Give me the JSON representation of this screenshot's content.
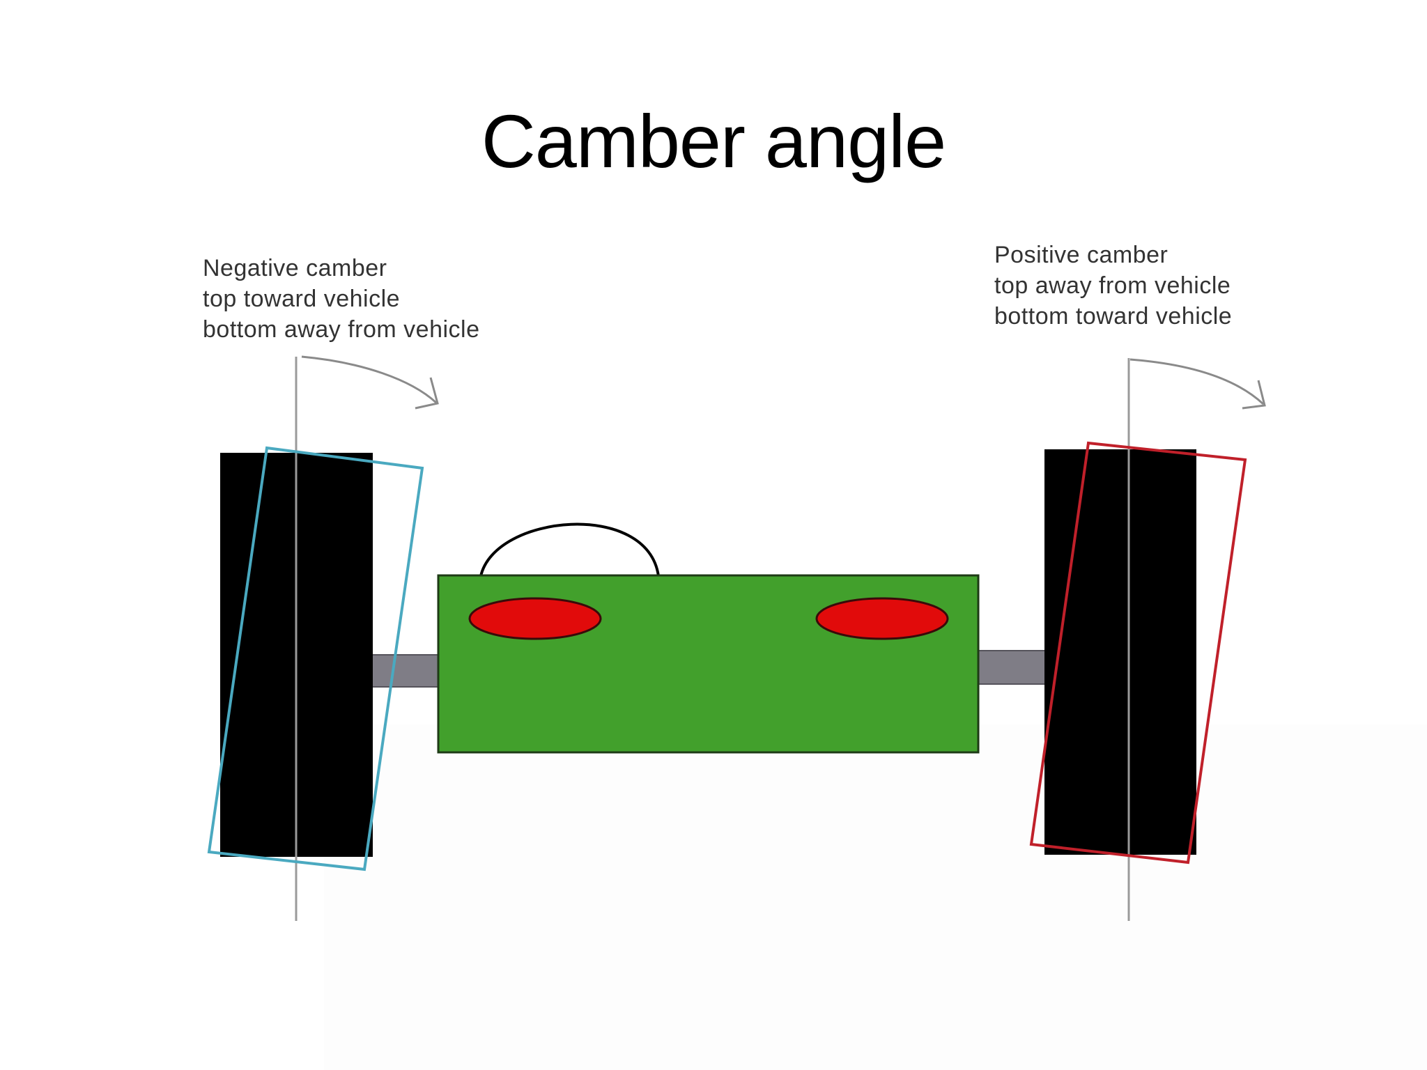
{
  "title": "Camber angle",
  "negative": {
    "heading": "Negative camber",
    "line1": "top toward vehicle",
    "line2": "bottom away from vehicle"
  },
  "positive": {
    "heading": "Positive camber",
    "line1": "top away from vehicle",
    "line2": "bottom toward vehicle"
  },
  "colors": {
    "tire": "#000000",
    "body": "#42a02c",
    "lights": "#e10b0b",
    "axle": "#7f7d86",
    "negative_outline": "#4aa9c0",
    "positive_outline": "#c0202a",
    "reference_line": "#9a9a9a"
  }
}
